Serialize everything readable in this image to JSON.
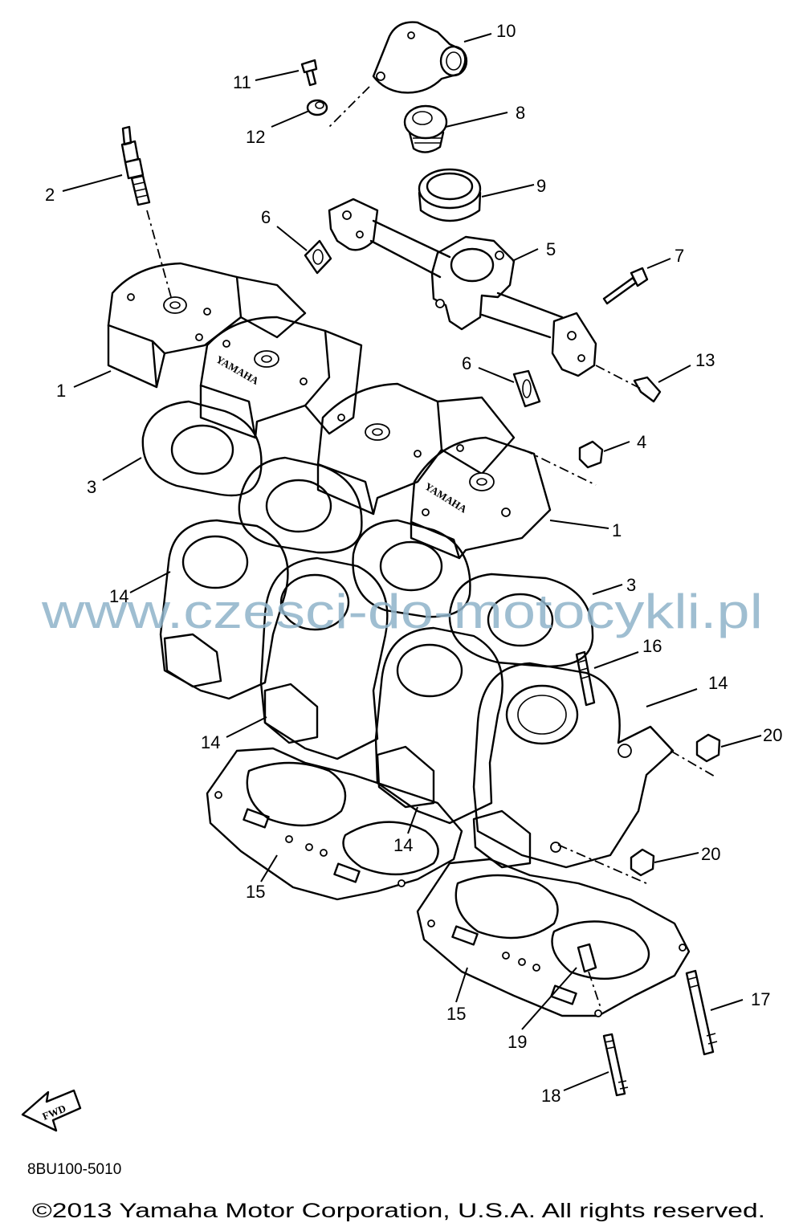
{
  "diagram": {
    "callouts": [
      "1",
      "2",
      "3",
      "4",
      "5",
      "6",
      "7",
      "8",
      "9",
      "10",
      "11",
      "12",
      "13",
      "14",
      "15",
      "16",
      "17",
      "18",
      "19",
      "20"
    ],
    "head_stamp": "YAMAHA",
    "fwd_label": "FWD",
    "part_code": "8BU100-5010",
    "watermark": "www.czesci-do-motocykli.pl",
    "copyright": "©2013 Yamaha Motor Corporation, U.S.A. All rights reserved."
  }
}
